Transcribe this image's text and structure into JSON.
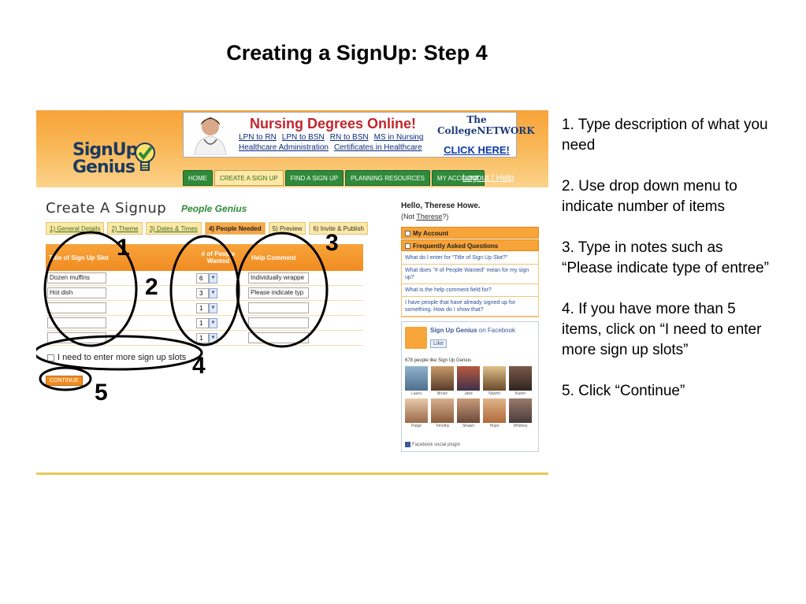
{
  "slide": {
    "title": "Creating a SignUp: Step 4"
  },
  "site": {
    "logo_line1": "SignUp",
    "logo_line2": "Genius",
    "ad": {
      "title": "Nursing Degrees Online!",
      "links_row1": [
        "LPN to RN",
        "LPN to BSN",
        "RN to BSN",
        "MS in Nursing"
      ],
      "links_row2": [
        "Healthcare Administration",
        "Certificates in Healthcare"
      ],
      "brand": "The CollegeNETWORK",
      "cta": "CLICK HERE!"
    },
    "nav": [
      "HOME",
      "CREATE A SIGN UP",
      "FIND A SIGN UP",
      "PLANNING RESOURCES",
      "MY ACCOUNT"
    ],
    "logout": "Logout",
    "help": "Help"
  },
  "page": {
    "title": "Create A Signup",
    "subtitle": "People Genius",
    "steps": [
      "1) General Details",
      "2) Theme",
      "3) Dates & Times",
      "4) People Needed",
      "5) Preview",
      "6) Invite & Publish"
    ],
    "active_step": 3,
    "table": {
      "headers": [
        "Title of Sign Up Slot",
        "# of People Wanted",
        "Help Comment"
      ],
      "rows": [
        {
          "title": "Dozen muffins",
          "count": "6",
          "help": "Individually wrappe"
        },
        {
          "title": "Hot dish",
          "count": "3",
          "help": "Please indicate typ"
        },
        {
          "title": "",
          "count": "1",
          "help": ""
        },
        {
          "title": "",
          "count": "1",
          "help": ""
        },
        {
          "title": "",
          "count": "1",
          "help": ""
        }
      ]
    },
    "more_slots": "I need to enter more sign up slots",
    "continue": "CONTINUE"
  },
  "sidebar": {
    "hello": "Hello, Therese Howe.",
    "not_prefix": "(Not ",
    "not_name": "Therese",
    "not_suffix": "?)",
    "my_account": "My Account",
    "faq_title": "Frequently Asked Questions",
    "faq": [
      "What do I enter for \"Title of Sign Up Slot?\"",
      "What does \"# of People Wanted\" mean for my sign up?",
      "What is the help comment field for?",
      "I have people that have already signed up for something. How do I show that?"
    ]
  },
  "facebook": {
    "page_name": "Sign Up Genius",
    "on": "on Facebook",
    "like": "Like",
    "count": "678 people like Sign Up Genius",
    "names": [
      "Laura",
      "Bruce",
      "Jane",
      "Naomi",
      "Karen",
      "Paige",
      "Timothy",
      "Shawn",
      "Hope",
      "Whitney"
    ],
    "plugin": "Facebook social plugin",
    "brand_color": "#3b5998"
  },
  "annotations": [
    "1",
    "2",
    "3",
    "4",
    "5"
  ],
  "notes": [
    "1. Type description of what you need",
    "2. Use drop down menu to indicate number of items",
    "3. Type in notes such as “Please indicate type of entree”",
    "4. If you have more than 5 items, click on “I need to enter more sign up slots”",
    "5. Click “Continue”"
  ],
  "colors": {
    "orange": "#f7a43a",
    "green": "#2f8a3a",
    "navy": "#1d3a5f",
    "red": "#c0262c"
  }
}
